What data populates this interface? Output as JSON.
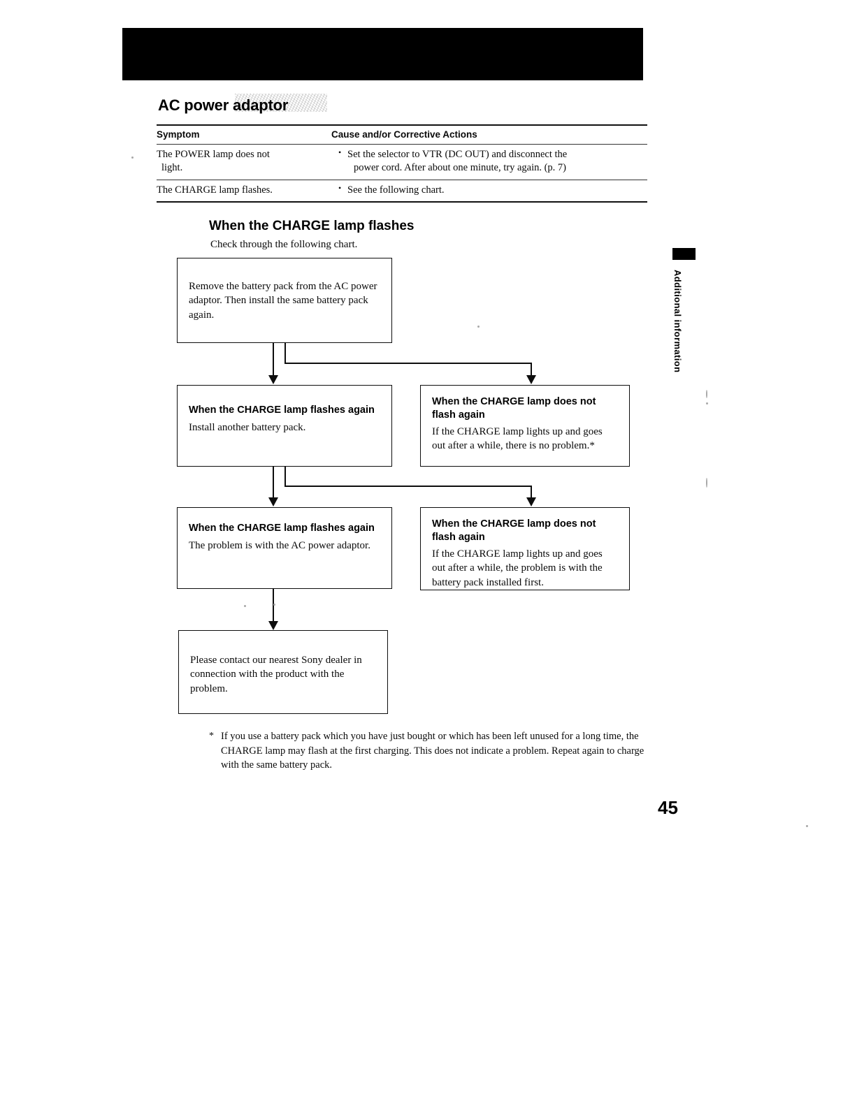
{
  "document": {
    "page_number": "45",
    "side_tab_label": "Additional information"
  },
  "section": {
    "heading": "AC power adaptor"
  },
  "troubleshooting_table": {
    "columns": [
      "Symptom",
      "Cause and/or Corrective Actions"
    ],
    "rows": [
      {
        "symptom_line1": "The POWER lamp does not",
        "symptom_line2": "light.",
        "action_line1": "Set the selector to VTR (DC OUT) and disconnect the",
        "action_line2": "power cord. After about one minute, try again. (p. 7)"
      },
      {
        "symptom_line1": "The CHARGE lamp flashes.",
        "symptom_line2": "",
        "action_line1": "See the following chart.",
        "action_line2": ""
      }
    ]
  },
  "flowchart": {
    "title": "When the CHARGE lamp flashes",
    "subtitle": "Check through the following chart.",
    "boxes": {
      "start": {
        "head": "",
        "body": "Remove the battery pack from the AC power adaptor. Then install the same battery pack again."
      },
      "left_1": {
        "head": "When the CHARGE lamp flashes again",
        "body": "Install another battery pack."
      },
      "right_1": {
        "head": "When the CHARGE lamp does not flash again",
        "body": "If the CHARGE lamp lights up and goes out after a while, there is no problem.*"
      },
      "left_2": {
        "head": "When the CHARGE lamp flashes again",
        "body": "The problem is with the AC power adaptor."
      },
      "right_2": {
        "head": "When the CHARGE lamp does not flash again",
        "body": "If the CHARGE lamp lights up and goes out after a while, the problem is with the battery pack installed first."
      },
      "end": {
        "head": "",
        "body": "Please contact our nearest Sony dealer in connection with the product with the problem."
      }
    }
  },
  "footnote": {
    "marker": "*",
    "text": "If you use a battery pack which you have just bought or which has been left unused for a long time, the CHARGE lamp may flash at the first charging. This does not indicate a problem. Repeat again to charge with the same battery pack."
  }
}
